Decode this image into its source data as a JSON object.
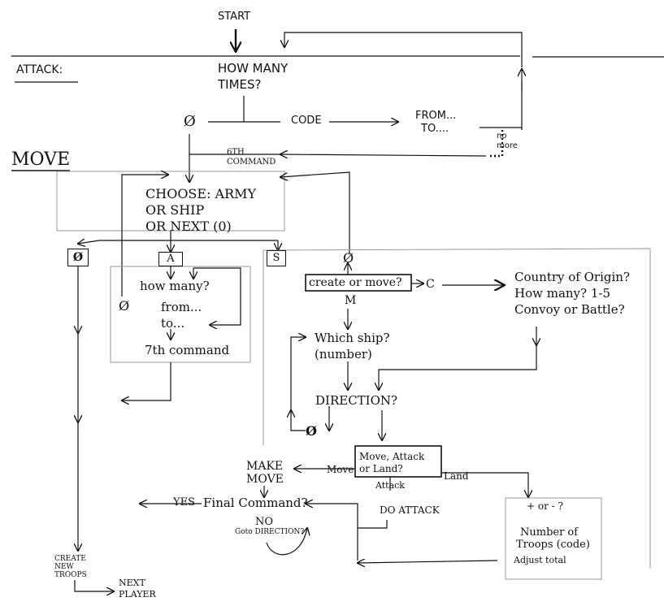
{
  "labels": {
    "start": "START",
    "attack": "ATTACK:",
    "move": "MOVE",
    "how_many_times_1": "HOW MANY",
    "how_many_times_2": "TIMES?",
    "zero_1": "Ø",
    "code": "CODE",
    "from_to_1": "FROM...",
    "from_to_2": "TO....",
    "no_more_1": "no",
    "no_more_2": "more",
    "sixth_command_1": "6TH",
    "sixth_command_2": "COMMAND",
    "choose_1": "CHOOSE: ARMY",
    "choose_2": "OR SHIP",
    "choose_3": "OR NEXT (0)",
    "box_zero": "Ø",
    "box_a": "A",
    "box_s": "S",
    "how_many": "how many?",
    "zero_2": "Ø",
    "from": "from...",
    "to": "to...",
    "seventh_command": "7th command",
    "zero_3": "Ø",
    "create_or_move": "create or move?",
    "c": "C",
    "m": "M",
    "country_1": "Country of Origin?",
    "country_2": "How many? 1-5",
    "country_3": "Convoy or Battle?",
    "which_ship_1": "Which ship?",
    "which_ship_2": "(number)",
    "direction": "DIRECTION?",
    "zero_4": "Ø",
    "move_attack_land_1": "Move, Attack",
    "move_attack_land_2": "or Land?",
    "move_label": "Move",
    "land_label": "Land",
    "attack_label": "Attack",
    "make_move_1": "MAKE",
    "make_move_2": "MOVE",
    "yes": "YES",
    "final_command": "Final Command?",
    "do_attack": "DO ATTACK",
    "no": "NO",
    "goto_direction": "Goto DIRECTION?",
    "plus_minus": "+ or - ?",
    "troops_1": "Number of",
    "troops_2": "Troops (code)",
    "adjust_total": "Adjust total",
    "create_troops_1": "CREATE",
    "create_troops_2": "NEW",
    "create_troops_3": "TROOPS",
    "next_player_1": "NEXT",
    "next_player_2": "PLAYER"
  }
}
